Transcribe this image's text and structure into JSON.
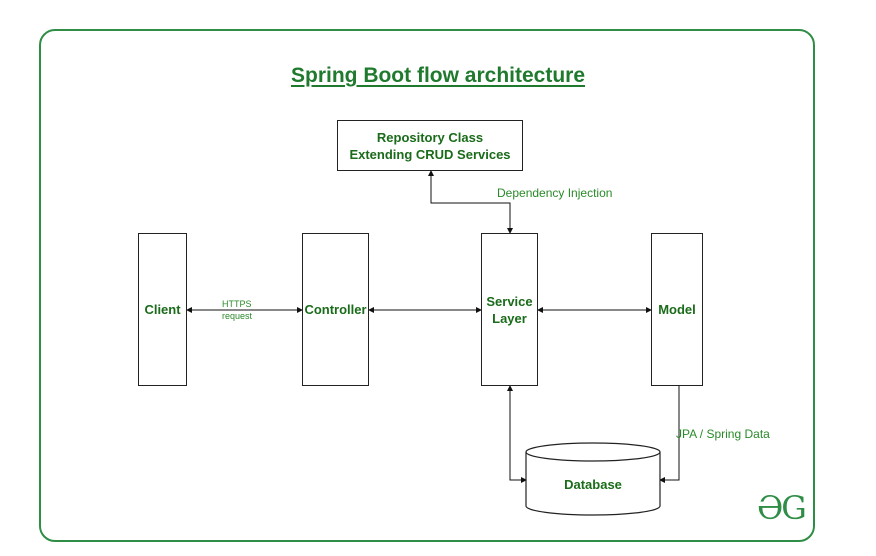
{
  "title": "Spring Boot flow architecture",
  "nodes": {
    "repository": "Repository Class Extending CRUD Services",
    "client": "Client",
    "controller": "Controller",
    "service": "Service Layer",
    "model": "Model",
    "database": "Database"
  },
  "edges": {
    "dependency_injection": "Dependency Injection",
    "https_request_1": "HTTPS",
    "https_request_2": "request",
    "jpa": "JPA / Spring Data"
  },
  "logo": "ƏG",
  "colors": {
    "accent": "#2f8d46",
    "text": "#1a6b1a"
  }
}
